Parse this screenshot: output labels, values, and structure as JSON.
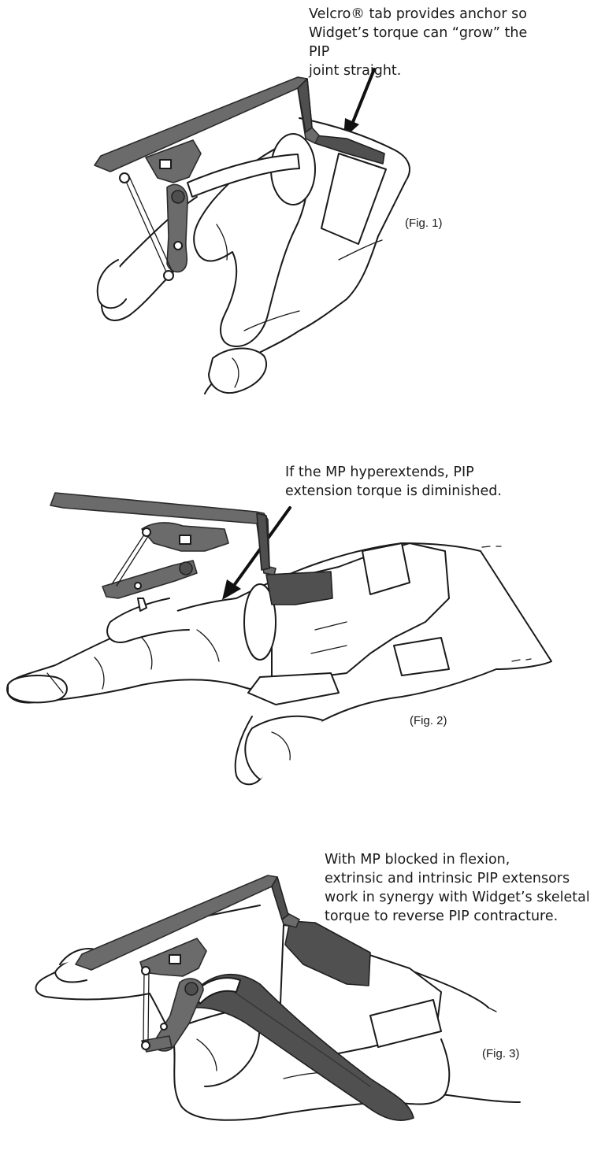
{
  "figures": [
    {
      "caption": "Velcro® tab provides anchor so\nWidget’s torque can “grow” the PIP\njoint straight.",
      "label": "(Fig. 1)"
    },
    {
      "caption": "If the MP hyperextends, PIP\nextension torque is diminished.",
      "label": "(Fig. 2)"
    },
    {
      "caption": "With MP blocked in flexion,\nextrinsic and intrinsic PIP extensors\nwork in synergy with Widget’s skeletal\ntorque to reverse PIP contracture.",
      "label": "(Fig. 3)"
    }
  ],
  "colors": {
    "device": "#6b6b6b",
    "tab": "#505050",
    "line": "#1a1a1a"
  }
}
